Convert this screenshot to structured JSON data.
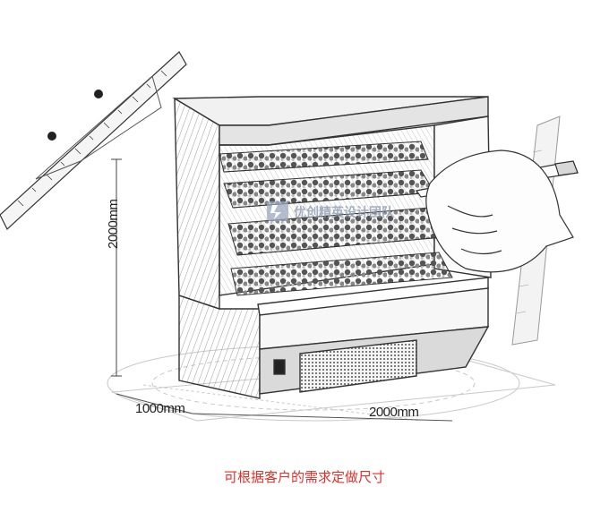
{
  "dimensions": {
    "height": "2000mm",
    "depth": "1000mm",
    "width": "2000mm"
  },
  "watermark": {
    "text": "优创精英设计团队"
  },
  "caption": "可根据客户的需求定做尺寸",
  "colors": {
    "caption": "#e0302a",
    "sketch": "#333333",
    "watermark": "#8c9bb0"
  }
}
